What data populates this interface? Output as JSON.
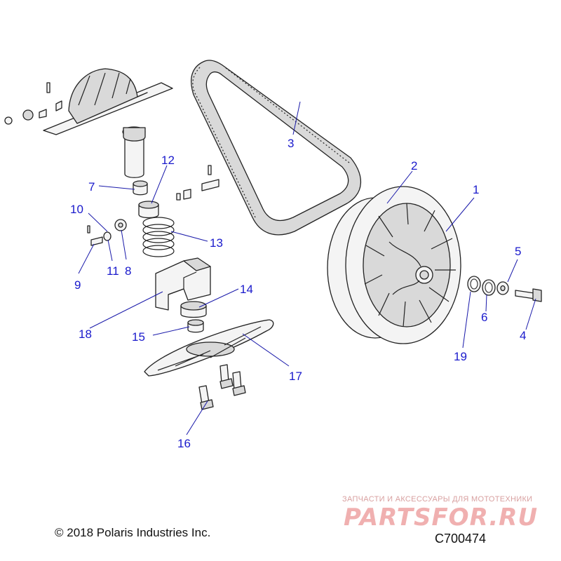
{
  "callouts": [
    "1",
    "2",
    "3",
    "4",
    "5",
    "6",
    "7",
    "8",
    "9",
    "10",
    "11",
    "12",
    "13",
    "14",
    "15",
    "16",
    "17",
    "18",
    "19"
  ],
  "copyright": "© 2018 Polaris Industries Inc.",
  "drawing_number": "C700474",
  "watermark": {
    "tagline": "ЗАПЧАСТИ И АКСЕССУАРЫ ДЛЯ МОТОТЕХНИКИ",
    "logo": "PARTSFOR.RU"
  },
  "colors": {
    "callout": "#1a1acc",
    "watermark": "#f0b0b0"
  }
}
